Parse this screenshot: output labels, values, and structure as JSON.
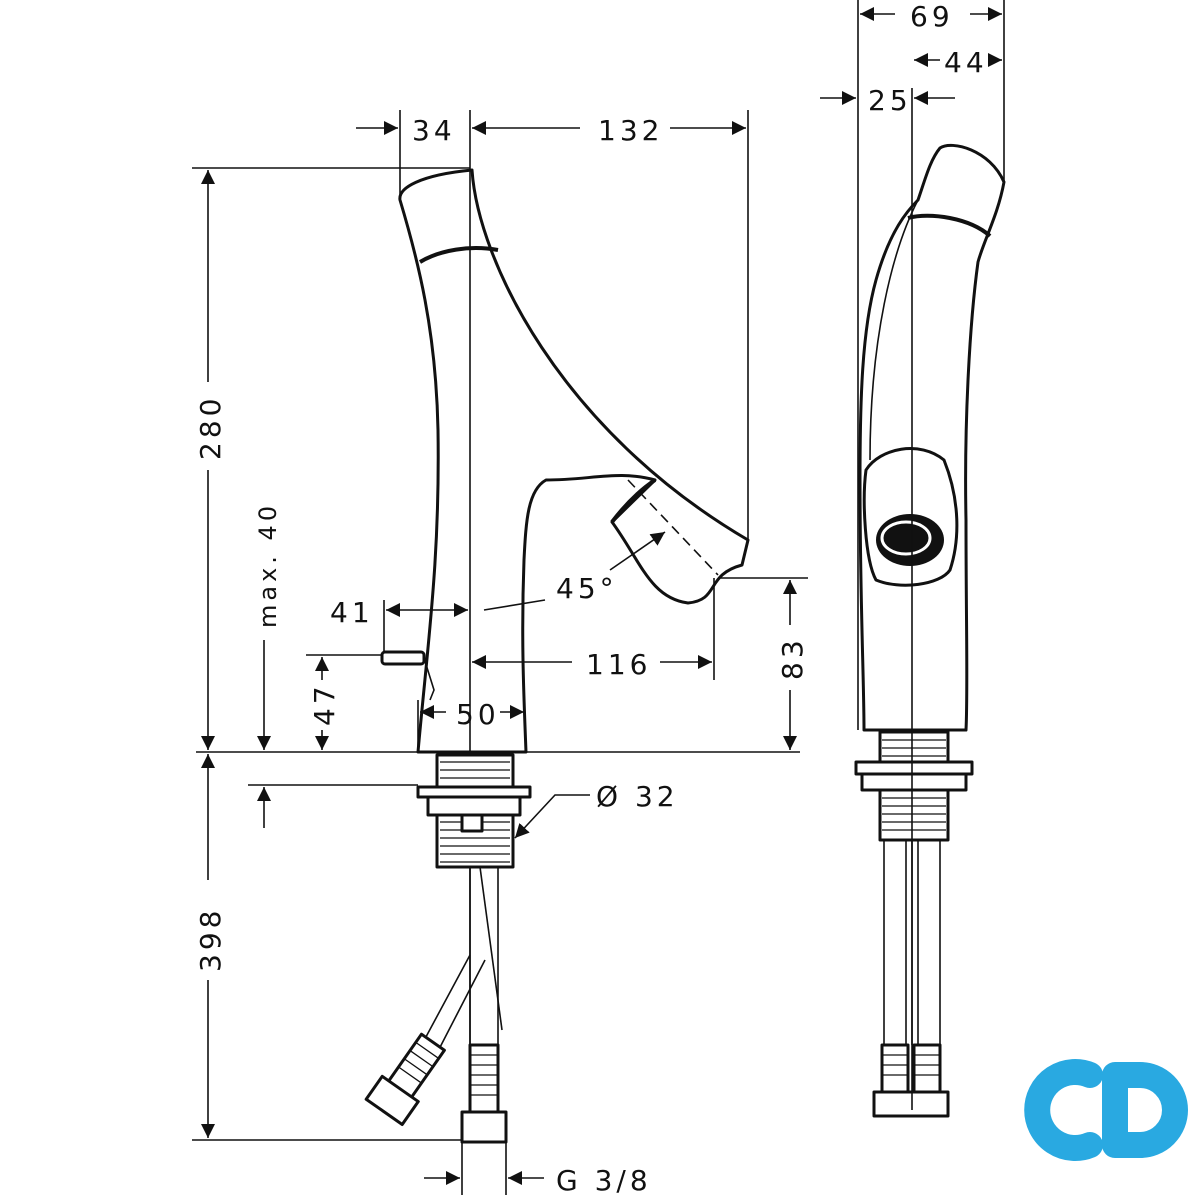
{
  "dimensions": {
    "d69": "69",
    "d44": "44",
    "d25": "25",
    "d34": "34",
    "d132": "132",
    "d280": "280",
    "dmax40": "max. 40",
    "d41": "41",
    "d45deg": "45°",
    "d116": "116",
    "d83": "83",
    "d47": "47",
    "d50": "50",
    "ddiam32": "Ø 32",
    "d398": "398",
    "dthread": "G 3/8"
  },
  "logo": {
    "accent_color": "#29a9e1"
  }
}
